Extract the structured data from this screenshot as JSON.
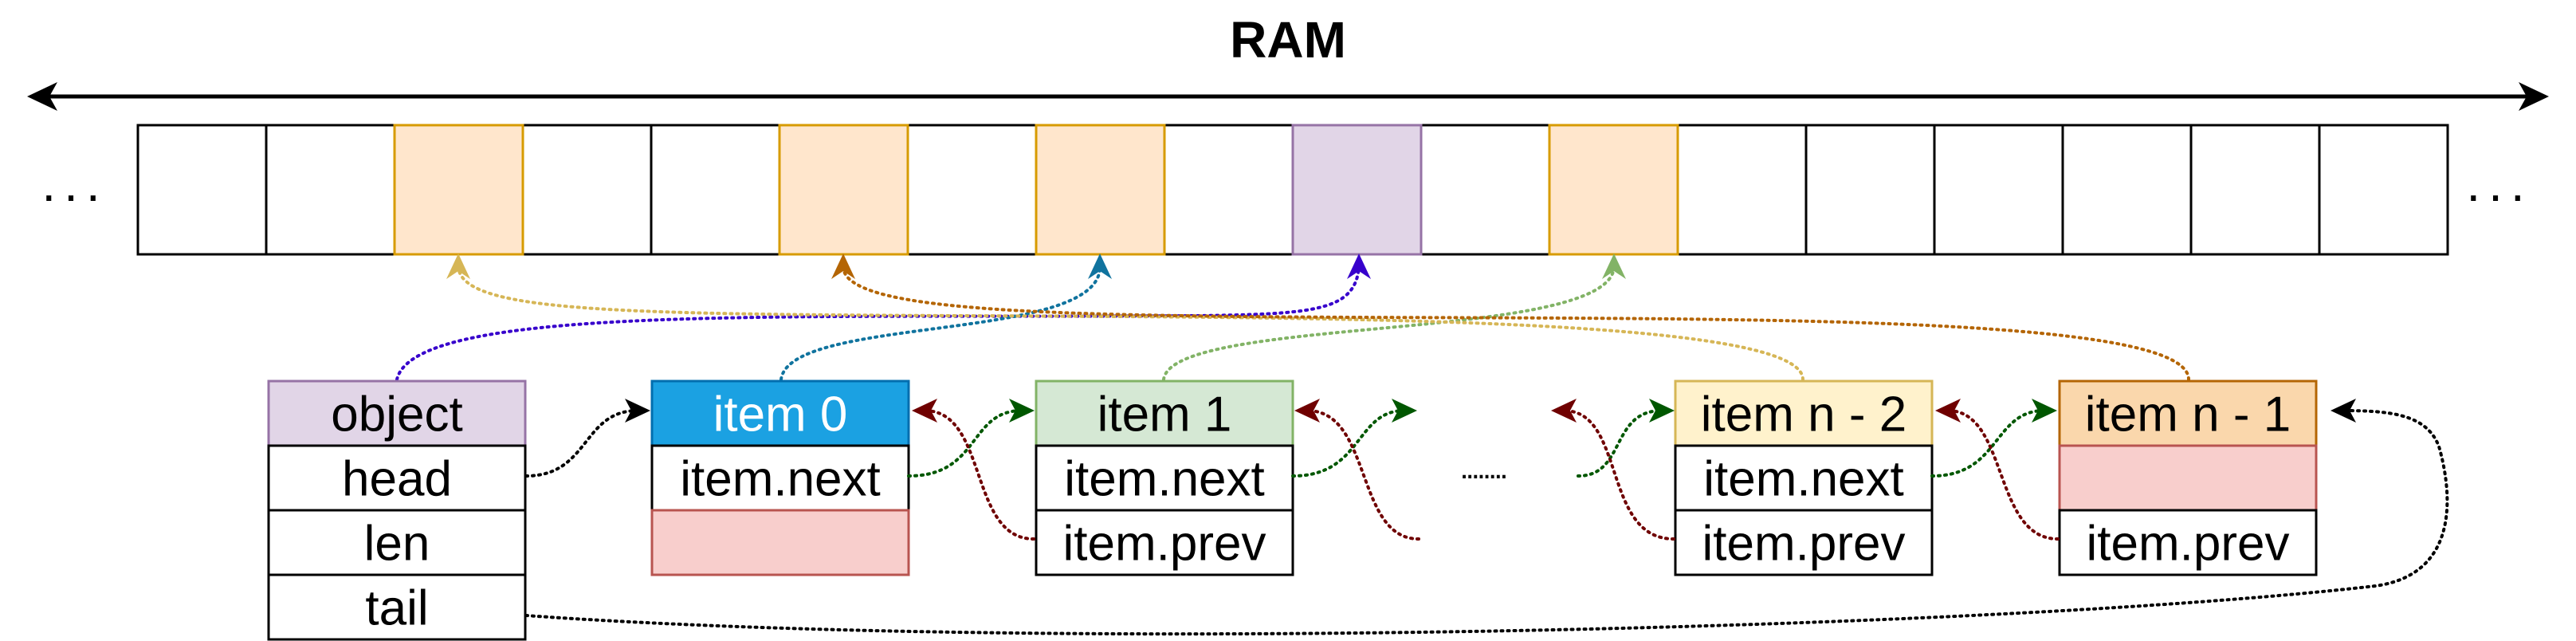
{
  "title": "RAM",
  "ellipsis": "...",
  "gap_dots": "........",
  "colors": {
    "white": "#ffffff",
    "orange_fill": "#ffe6cc",
    "orange_stroke": "#d79b00",
    "purple_fill": "#e1d5e7",
    "purple_stroke": "#9673a6",
    "blue_fill": "#1ba1e2",
    "blue_stroke": "#006eaf",
    "green_fill": "#d5e8d4",
    "green_stroke": "#82b366",
    "yellow_fill": "#fff2cc",
    "yellow_stroke": "#d6b656",
    "darkorange_fill": "#fad7ac",
    "darkorange_stroke": "#b46504",
    "red_fill": "#f8cecc",
    "red_stroke": "#b85450",
    "arrow_next": "#005700",
    "arrow_prev": "#6f0000",
    "arrow_head_link": "#000000"
  },
  "ram_cells": [
    "white",
    "white",
    "orange",
    "white",
    "white",
    "orange",
    "white",
    "orange",
    "white",
    "purple",
    "white",
    "orange",
    "white",
    "white",
    "white",
    "white",
    "white",
    "white"
  ],
  "object_struct": {
    "header": "object",
    "fields": [
      "head",
      "len",
      "tail"
    ]
  },
  "items": [
    {
      "header": "item 0",
      "fields": [
        "item.next",
        ""
      ]
    },
    {
      "header": "item 1",
      "fields": [
        "item.next",
        "item.prev"
      ]
    },
    {
      "header": "item n - 2",
      "fields": [
        "item.next",
        "item.prev"
      ]
    },
    {
      "header": "item n - 1",
      "fields": [
        "",
        "item.prev"
      ]
    }
  ]
}
